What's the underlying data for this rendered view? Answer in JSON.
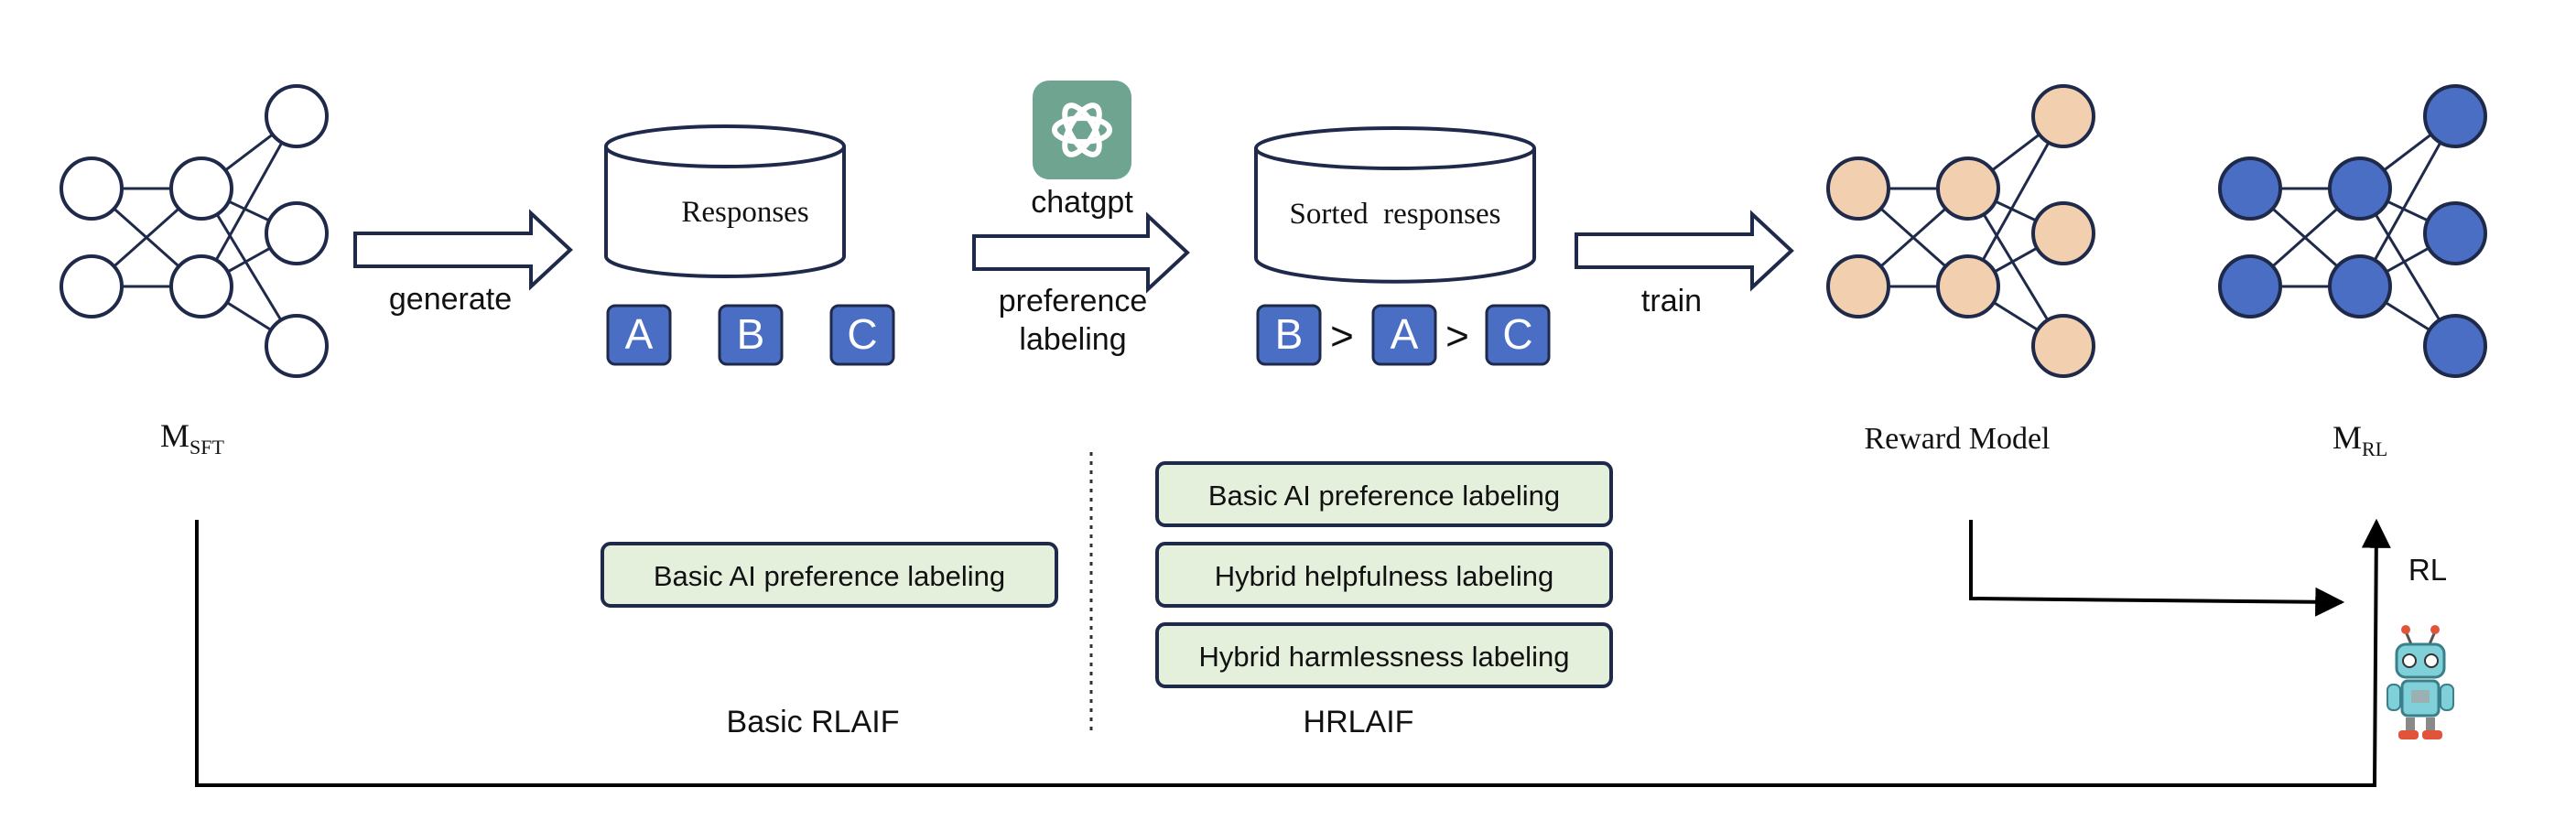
{
  "models": {
    "sft": {
      "base": "M",
      "sub": "SFT"
    },
    "reward": {
      "label": "Reward Model"
    },
    "rl": {
      "base": "M",
      "sub": "RL"
    }
  },
  "arrows": {
    "generate": "generate",
    "preference": [
      "preference",
      "labeling"
    ],
    "train": "train",
    "rl": "RL"
  },
  "databases": {
    "responses": "Responses",
    "sorted": "Sorted  responses"
  },
  "chatgpt": {
    "label": "chatgpt",
    "icon": "chatgpt-logo-icon"
  },
  "responses": [
    "A",
    "B",
    "C"
  ],
  "sorted": {
    "items": [
      "B",
      "A",
      "C"
    ],
    "separator": ">"
  },
  "basic_rlaif": {
    "boxes": [
      "Basic AI preference labeling"
    ],
    "caption": "Basic RLAIF"
  },
  "hrlaif": {
    "boxes": [
      "Basic AI preference labeling",
      "Hybrid helpfulness labeling",
      "Hybrid harmlessness labeling"
    ],
    "caption": "HRLAIF"
  },
  "robot": {
    "icon": "robot-icon"
  },
  "colors": {
    "node_stroke": "#1f2a4b",
    "sft_fill": "#ffffff",
    "reward_fill": "#f2cfae",
    "rl_fill": "#4a6ec4",
    "letter_fill": "#4a6ec4",
    "box_fill": "#e4efdc",
    "chatgpt_bg": "#6fa491"
  }
}
